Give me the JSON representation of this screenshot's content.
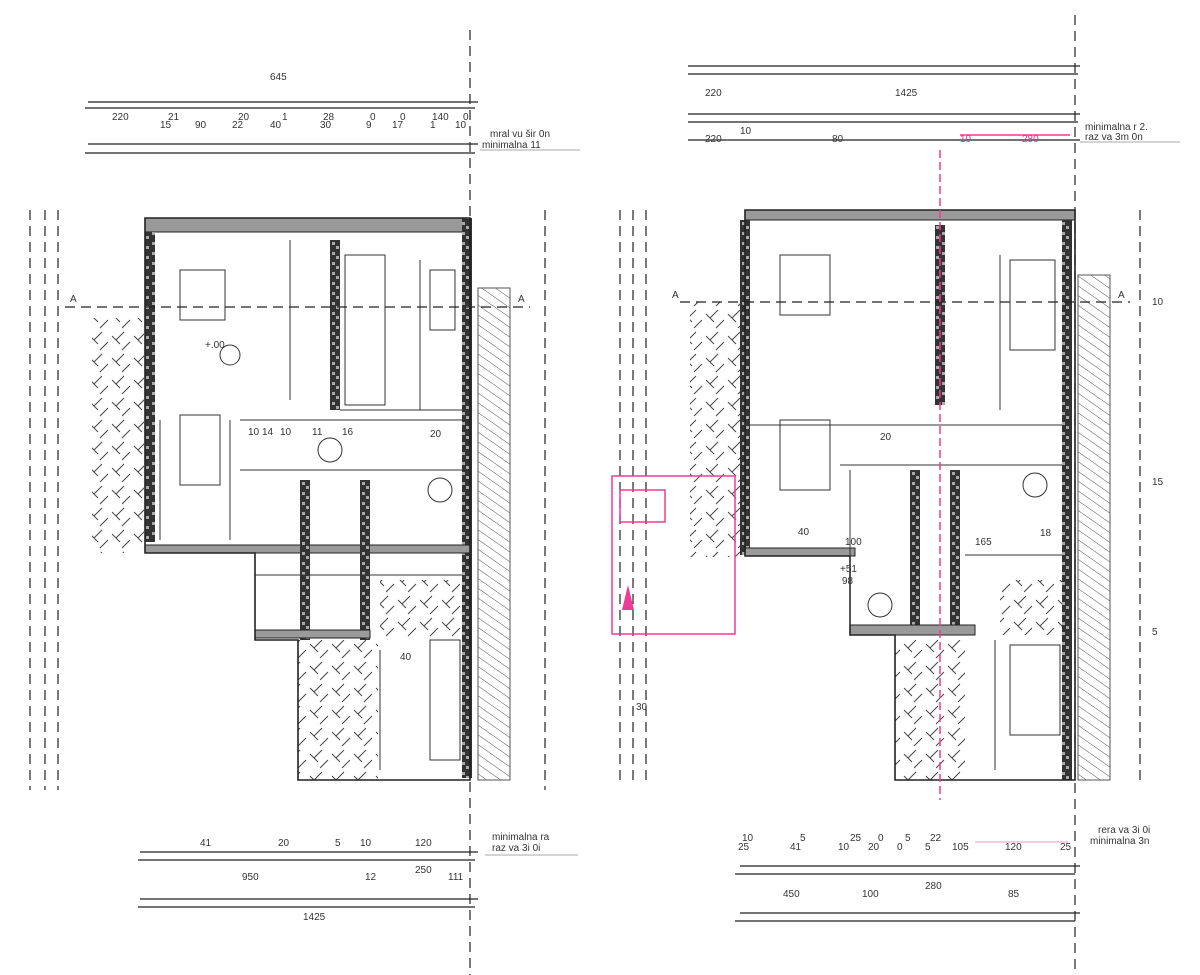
{
  "drawing": {
    "title": "Floor plans",
    "accent_color": "#ee3b96",
    "left_plan": {
      "top_dims": {
        "overall": "645",
        "row1": [
          "220",
          "21",
          "20",
          "1",
          "28",
          "0",
          "0",
          "140",
          "0"
        ],
        "row2": [
          "15",
          "90",
          "22",
          "40",
          "30",
          "9",
          "17",
          "1",
          "10"
        ]
      },
      "top_note": [
        "mral vu šir 0n",
        "minimalna 11"
      ],
      "section_mark": "A",
      "interior_dims": [
        "10",
        "14",
        "10",
        "11",
        "16",
        "20",
        "40"
      ],
      "bottom_dims": {
        "row1": [
          "41",
          "20",
          "5",
          "10",
          "120"
        ],
        "row2": [
          "950",
          "12",
          "250",
          "111"
        ],
        "overall": "1425"
      },
      "bottom_note": [
        "minimalna ra",
        "raz va 3i 0i"
      ],
      "level": "+.00"
    },
    "right_plan": {
      "top_dims": {
        "overall": "1425",
        "row1": [
          "220",
          "10",
          "80",
          "10",
          "280"
        ],
        "first": "220"
      },
      "top_note": [
        "minimalna r 2.",
        "raz va 3m 0n"
      ],
      "section_mark": "A",
      "interior_dims": [
        "40",
        "165",
        "18",
        "20",
        "+51",
        "98",
        "100"
      ],
      "bottom_dims": {
        "row1": [
          "10",
          "5",
          "25",
          "0",
          "5",
          "22",
          "120",
          "25"
        ],
        "row2": [
          "25",
          "41",
          "10",
          "20",
          "0",
          "5",
          "105"
        ],
        "row3": [
          "450",
          "100",
          "280",
          "85"
        ]
      },
      "bottom_note": [
        "rera va 3i 0i",
        "minimalna 3n"
      ],
      "side_dims": [
        "10",
        "15",
        "5",
        "30"
      ]
    }
  }
}
